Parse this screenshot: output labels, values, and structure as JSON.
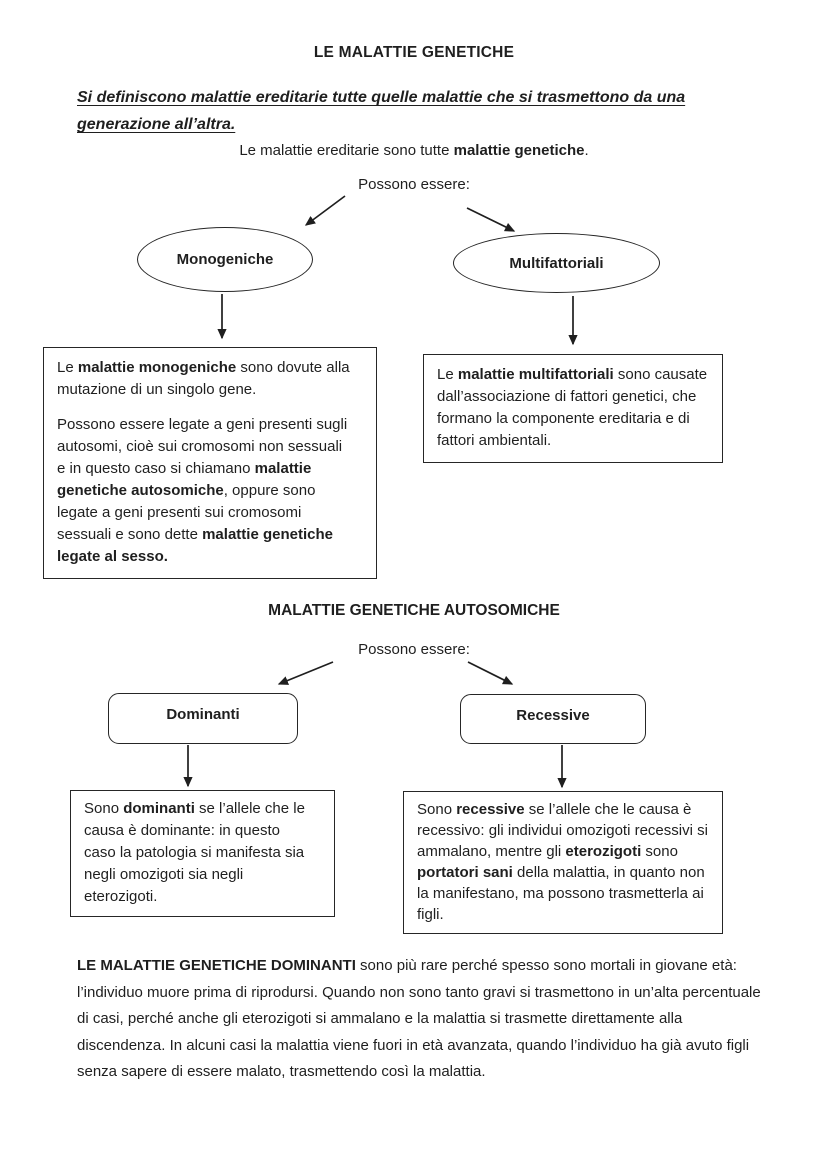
{
  "colors": {
    "ink": "#1f1f1f",
    "border": "#262626",
    "background": "#ffffff"
  },
  "document": {
    "title": "LE MALATTIE GENETICHE",
    "intro": "Si definiscono malattie ereditarie tutte quelle malattie che si trasmettono da una generazione all’altra.",
    "lead": [
      {
        "t": "Le malattie ereditarie sono tutte "
      },
      {
        "t": "malattie genetiche",
        "b": true
      },
      {
        "t": "."
      }
    ],
    "section1": {
      "branch_label": "Possono essere:",
      "node_left": "Monogeniche",
      "node_right": "Multifattoriali",
      "box_left_p1": [
        {
          "t": "Le "
        },
        {
          "t": "malattie monogeniche",
          "b": true
        },
        {
          "t": " sono dovute alla mutazione di un singolo gene."
        }
      ],
      "box_left_p2": [
        {
          "t": "Possono essere legate a geni presenti sugli autosomi, cioè sui cromosomi non sessuali e in questo caso si chiamano "
        },
        {
          "t": "malattie genetiche autosomiche",
          "b": true
        },
        {
          "t": ", oppure sono legate a geni presenti sui cromosomi sessuali e sono dette "
        },
        {
          "t": "malattie genetiche legate al sesso.",
          "b": true
        }
      ],
      "box_right": [
        {
          "t": "Le "
        },
        {
          "t": "malattie multifattoriali",
          "b": true
        },
        {
          "t": " sono causate dall’associazione di fattori genetici, che formano la componente ereditaria e di fattori ambientali."
        }
      ]
    },
    "section2": {
      "heading": "MALATTIE GENETICHE AUTOSOMICHE",
      "branch_label": "Possono essere:",
      "node_left": "Dominanti",
      "node_right": "Recessive",
      "box_left": [
        {
          "t": "Sono "
        },
        {
          "t": "dominanti",
          "b": true
        },
        {
          "t": " se l’allele che le causa è dominante: in questo caso la patologia si manifesta sia negli omozigoti sia negli eterozigoti."
        }
      ],
      "box_right": [
        {
          "t": "Sono "
        },
        {
          "t": "recessive",
          "b": true
        },
        {
          "t": " se l’allele che le causa è recessivo: gli individui omozigoti recessivi si ammalano, mentre gli "
        },
        {
          "t": "eterozigoti",
          "b": true
        },
        {
          "t": " sono "
        },
        {
          "t": "portatori sani",
          "b": true
        },
        {
          "t": " della malattia, in quanto non la manifestano, ma possono trasmetterla ai figli."
        }
      ]
    },
    "closing": [
      {
        "t": "LE MALATTIE GENETICHE DOMINANTI",
        "b": true
      },
      {
        "t": " sono più rare perché spesso sono mortali in giovane età: l’individuo muore prima di riprodursi. Quando non sono tanto gravi si trasmettono in un’alta percentuale di casi, perché anche gli eterozigoti si ammalano e la malattia si trasmette direttamente alla discendenza. In alcuni casi la malattia viene fuori in età avanzata, quando l’individuo ha già avuto figli senza sapere di essere malato, trasmettendo così la malattia."
      }
    ]
  }
}
